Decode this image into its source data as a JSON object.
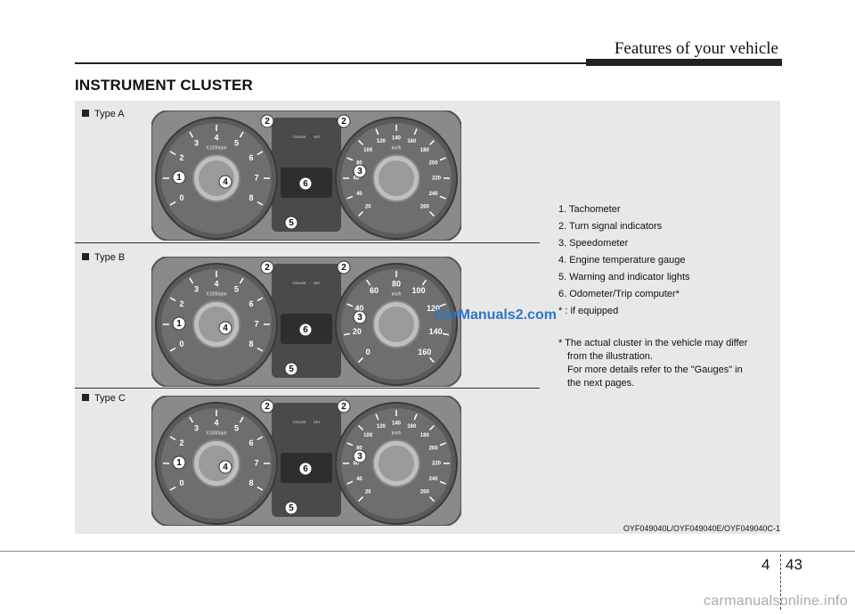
{
  "header": {
    "section": "Features of your vehicle"
  },
  "title": "INSTRUMENT CLUSTER",
  "types": [
    {
      "label": "Type A"
    },
    {
      "label": "Type B"
    },
    {
      "label": "Type C"
    }
  ],
  "cluster": {
    "tach_ticks": [
      "0",
      "1",
      "2",
      "3",
      "4",
      "5",
      "6",
      "7",
      "8"
    ],
    "tach_unit": "X1000rpm",
    "speed_ticks_a": [
      "20",
      "40",
      "60",
      "80",
      "100",
      "120",
      "140",
      "160",
      "180",
      "200",
      "220",
      "240",
      "260"
    ],
    "speed_ticks_b": [
      "0",
      "20",
      "40",
      "60",
      "80",
      "100",
      "120",
      "140",
      "160"
    ],
    "speed_unit": "km/h",
    "callouts": [
      "1",
      "2",
      "3",
      "4",
      "5",
      "6"
    ],
    "indicator_text": [
      "CRUISE",
      "SET"
    ]
  },
  "legend": [
    "1. Tachometer",
    "2. Turn signal indicators",
    "3. Speedometer",
    "4. Engine temperature gauge",
    "5. Warning and indicator lights",
    "6.  Odometer/Trip computer*",
    "* : if equipped"
  ],
  "note": {
    "line1": "* The actual cluster in the vehicle may differ",
    "line2": "from the illustration.",
    "line3": "For more details refer to the \"Gauges\" in",
    "line4": "the next pages."
  },
  "watermark": "CarManuals2.com",
  "image_code": "OYF049040L/OYF049040E/OYF049040C-1",
  "page": {
    "chapter": "4",
    "number": "43"
  },
  "footer": "carmanualsonline.info"
}
